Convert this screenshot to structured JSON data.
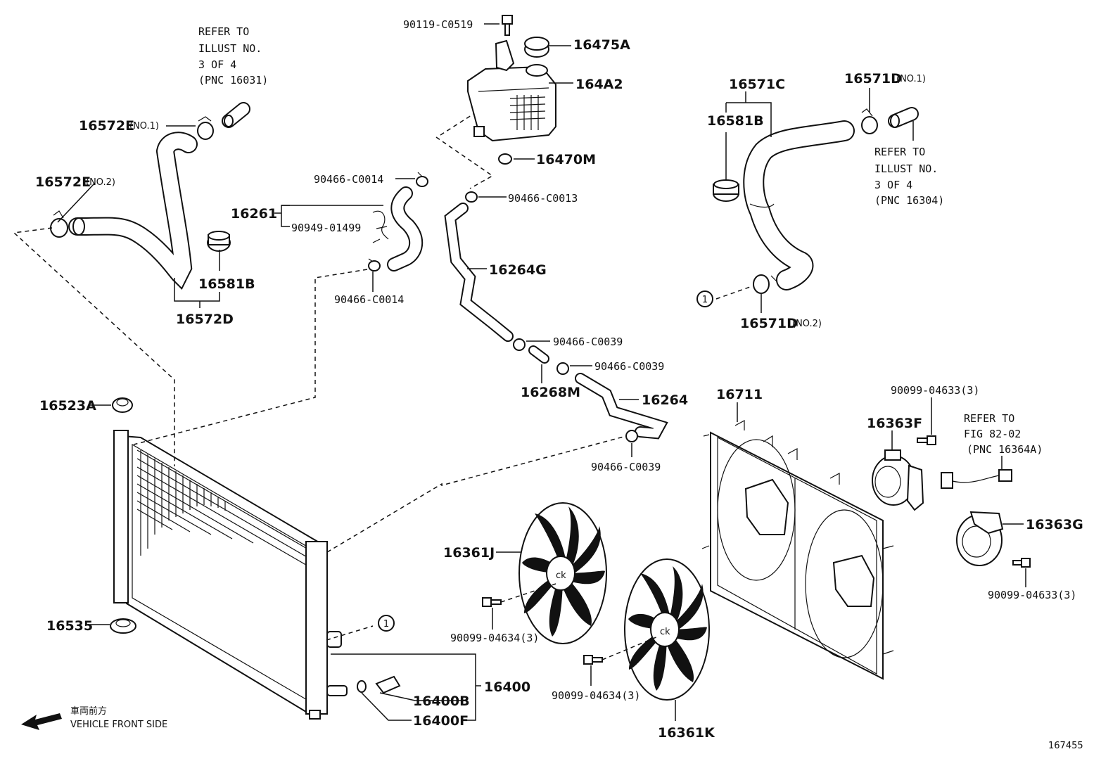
{
  "labels": {
    "p90119": "90119-C0519",
    "p16475A": "16475A",
    "p164A2": "164A2",
    "p16470M": "16470M",
    "p16572E1": "16572E",
    "p16572E2": "16572E",
    "no1": "(NO.1)",
    "no2": "(NO.2)",
    "p16581B_l": "16581B",
    "p16572D": "16572D",
    "p16261": "16261",
    "p90949": "90949-01499",
    "p90466_14a": "90466-C0014",
    "p90466_14b": "90466-C0014",
    "p90466_13": "90466-C0013",
    "p16264G": "16264G",
    "p90466_39a": "90466-C0039",
    "p90466_39b": "90466-C0039",
    "p90466_39c": "90466-C0039",
    "p16268M": "16268M",
    "p16264": "16264",
    "p16571C": "16571C",
    "p16581B_r": "16581B",
    "p16571D1": "16571D",
    "p16571D2": "16571D",
    "p16711": "16711",
    "p90099_633a": "90099-04633(3)",
    "p90099_633b": "90099-04633(3)",
    "p16363F": "16363F",
    "p16363G": "16363G",
    "p16361J": "16361J",
    "p16361K": "16361K",
    "p90099_634a": "90099-04634(3)",
    "p90099_634b": "90099-04634(3)",
    "p16523A": "16523A",
    "p16535": "16535",
    "p16400": "16400",
    "p16400B": "16400B",
    "p16400F": "16400F",
    "circle1": "1"
  },
  "notes": {
    "refer_left": [
      "REFER TO",
      "ILLUST NO.",
      "3 OF 4",
      "(PNC 16031)"
    ],
    "refer_right": [
      "REFER TO",
      "ILLUST NO.",
      "3 OF 4",
      "(PNC 16304)"
    ],
    "refer_fig": [
      "REFER TO",
      "FIG 82-02",
      "(PNC 16364A)"
    ]
  },
  "footer": {
    "direction_jp": "車両前方",
    "direction_en": "VEHICLE FRONT SIDE",
    "illustration_id": "167455"
  }
}
